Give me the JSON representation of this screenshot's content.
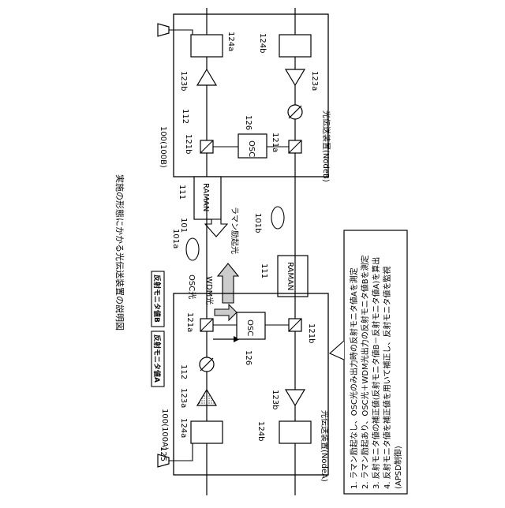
{
  "title": "実施の形態にかかる光伝送装置の説明図",
  "node_a": {
    "caption": "光伝送装置(NodeA)",
    "ref": "100(100A)",
    "ref_osc": "126",
    "ref_coupler_a": "121a",
    "ref_coupler_b": "121b",
    "ref_amp_a": "123a",
    "ref_amp_b": "123b",
    "ref_box_a": "124a",
    "ref_box_b": "124b",
    "ref_attenuator": "112",
    "ref_terminal": "125",
    "osc_label": "OSC"
  },
  "node_b": {
    "caption": "光伝送装置(NodeB)",
    "ref": "100(100B)",
    "ref_osc": "126",
    "ref_coupler_a": "121a",
    "ref_coupler_b": "121b",
    "ref_amp_a": "123a",
    "ref_amp_b": "123b",
    "ref_box_a": "124a",
    "ref_box_b": "124b",
    "ref_attenuator": "112",
    "osc_label": "OSC"
  },
  "link": {
    "raman_label": "RAMAN",
    "ref_raman": "111",
    "ref_link": "101",
    "ref_fiber_a": "101a",
    "ref_fiber_b": "101b",
    "raman_pump_label": "ラマン励起光",
    "wdm_label": "WDM光",
    "osc_light_label": "OSC光"
  },
  "monitors": {
    "monitor_a": "反射モニタ値A",
    "monitor_b": "反射モニタ値B"
  },
  "notes": [
    "1. ラマン励起なし、OSC光のみ出力時の反射モニタ値Aを測定",
    "2. ラマン励起あり、OSC光＋WDM光出力の反射モニタ値Bを測定",
    "3. 反射モニタ値の補正値(反射モニタ値B－反射モニタ値A)を算出",
    "4. 反射モニタ値を補正値を用いて補正し、反射モニタ値を監視",
    "(APSD制御)"
  ]
}
